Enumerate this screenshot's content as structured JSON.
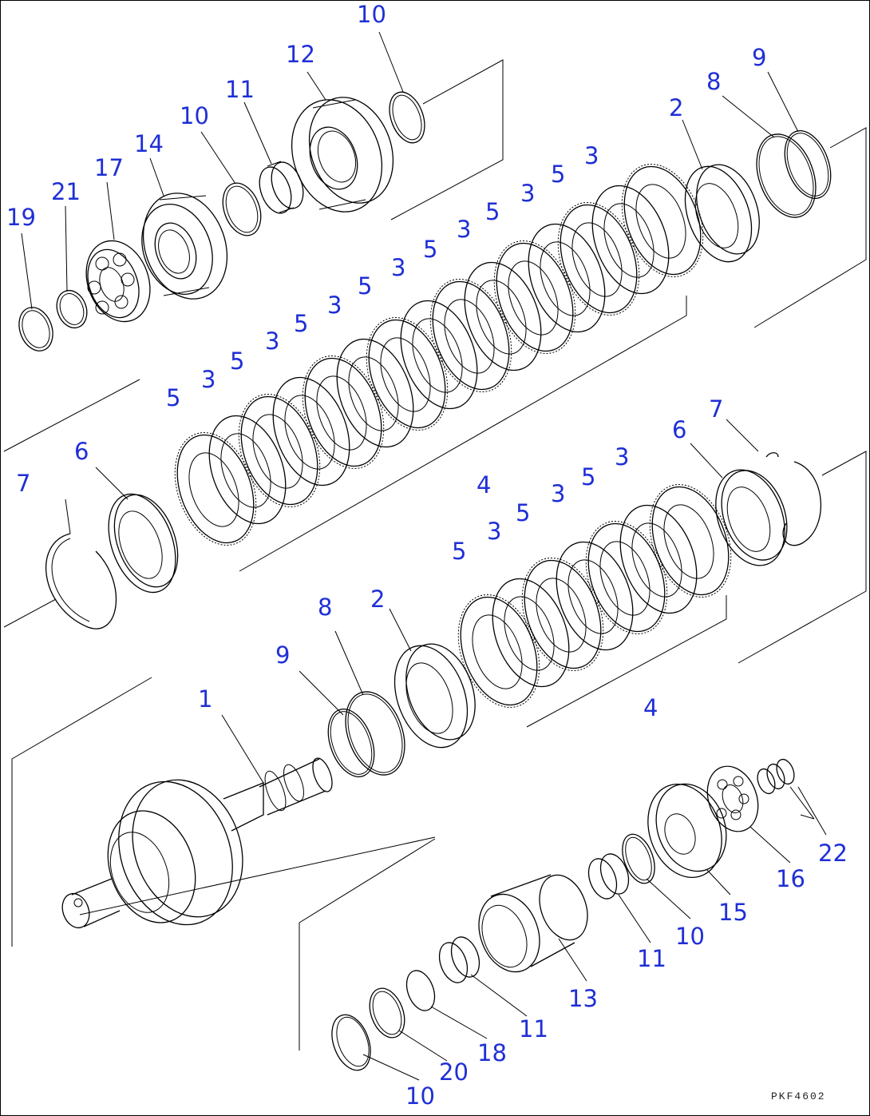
{
  "drawing_code": "PKF4602",
  "colors": {
    "callout": "#1f2fd6",
    "line": "#000000",
    "background": "#ffffff"
  },
  "callouts": [
    {
      "id": "c-10-top",
      "label": "10"
    },
    {
      "id": "c-12",
      "label": "12"
    },
    {
      "id": "c-11-top",
      "label": "11"
    },
    {
      "id": "c-10-left",
      "label": "10"
    },
    {
      "id": "c-14",
      "label": "14"
    },
    {
      "id": "c-17",
      "label": "17"
    },
    {
      "id": "c-21",
      "label": "21"
    },
    {
      "id": "c-19",
      "label": "19"
    },
    {
      "id": "c-9-top",
      "label": "9"
    },
    {
      "id": "c-8-top",
      "label": "8"
    },
    {
      "id": "c-2-top",
      "label": "2"
    },
    {
      "id": "c-3-a",
      "label": "3"
    },
    {
      "id": "c-5-a",
      "label": "5"
    },
    {
      "id": "c-3-b",
      "label": "3"
    },
    {
      "id": "c-5-b",
      "label": "5"
    },
    {
      "id": "c-3-c",
      "label": "3"
    },
    {
      "id": "c-5-c",
      "label": "5"
    },
    {
      "id": "c-3-d",
      "label": "3"
    },
    {
      "id": "c-5-d",
      "label": "5"
    },
    {
      "id": "c-3-e",
      "label": "3"
    },
    {
      "id": "c-5-e",
      "label": "5"
    },
    {
      "id": "c-3-f",
      "label": "3"
    },
    {
      "id": "c-5-f",
      "label": "5"
    },
    {
      "id": "c-3-g",
      "label": "3"
    },
    {
      "id": "c-5-g",
      "label": "5"
    },
    {
      "id": "c-3-h",
      "label": "3"
    },
    {
      "id": "c-5-h",
      "label": "5"
    },
    {
      "id": "c-4-top",
      "label": "4"
    },
    {
      "id": "c-6-left",
      "label": "6"
    },
    {
      "id": "c-7-left",
      "label": "7"
    },
    {
      "id": "c-6-right",
      "label": "6"
    },
    {
      "id": "c-7-right",
      "label": "7"
    },
    {
      "id": "c-3-i",
      "label": "3"
    },
    {
      "id": "c-5-i",
      "label": "5"
    },
    {
      "id": "c-3-j",
      "label": "3"
    },
    {
      "id": "c-5-j",
      "label": "5"
    },
    {
      "id": "c-3-k",
      "label": "3"
    },
    {
      "id": "c-5-k",
      "label": "5"
    },
    {
      "id": "c-2-mid",
      "label": "2"
    },
    {
      "id": "c-8-mid",
      "label": "8"
    },
    {
      "id": "c-9-mid",
      "label": "9"
    },
    {
      "id": "c-4-mid",
      "label": "4"
    },
    {
      "id": "c-1",
      "label": "1"
    },
    {
      "id": "c-22",
      "label": "22"
    },
    {
      "id": "c-16",
      "label": "16"
    },
    {
      "id": "c-15",
      "label": "15"
    },
    {
      "id": "c-10-r",
      "label": "10"
    },
    {
      "id": "c-11-r",
      "label": "11"
    },
    {
      "id": "c-13",
      "label": "13"
    },
    {
      "id": "c-11-b",
      "label": "11"
    },
    {
      "id": "c-18",
      "label": "18"
    },
    {
      "id": "c-20",
      "label": "20"
    },
    {
      "id": "c-10-b",
      "label": "10"
    }
  ]
}
